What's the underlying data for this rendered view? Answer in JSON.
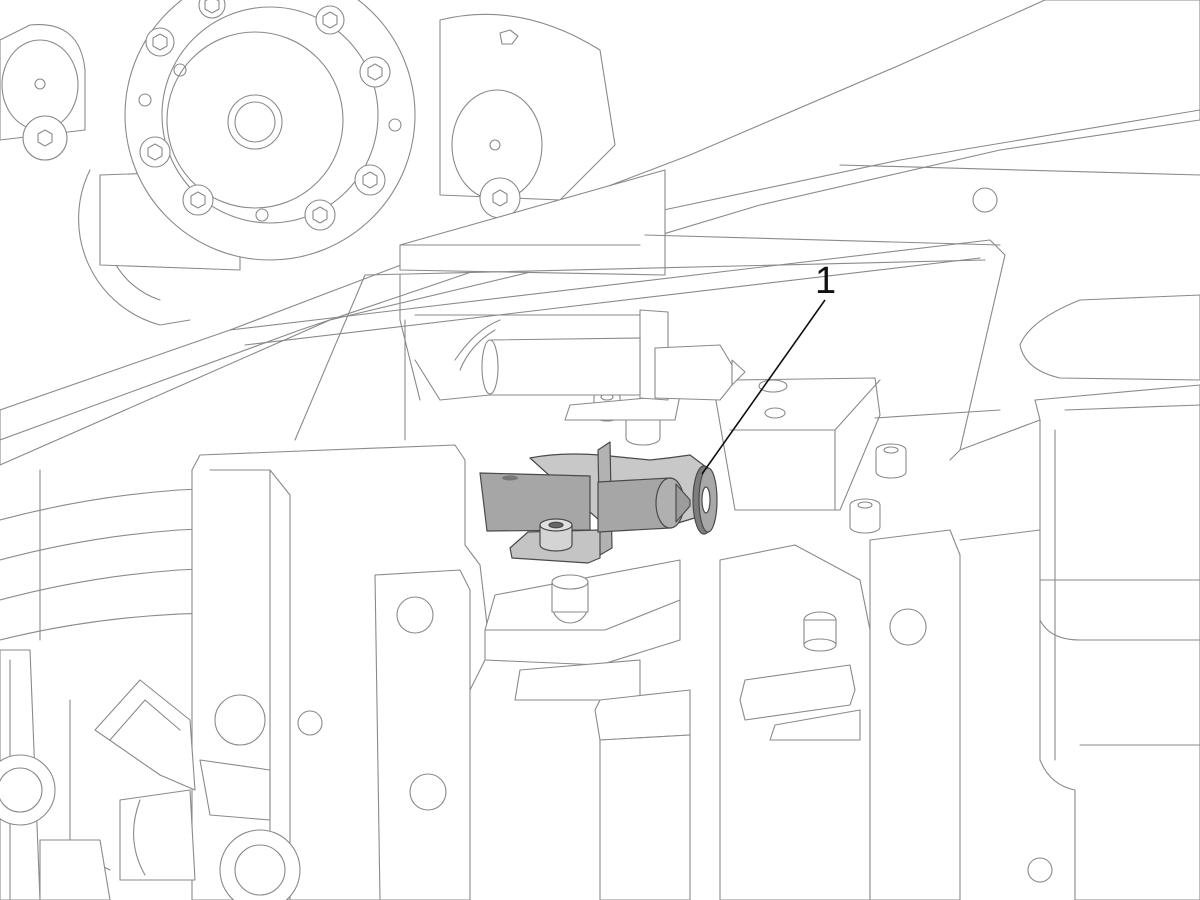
{
  "callouts": [
    {
      "id": "1",
      "label": "1",
      "part": "washer"
    }
  ],
  "colors": {
    "line": "#8a8a8a",
    "highlight_fill": "#a6a6a6",
    "highlight_dark": "#7d7d7d",
    "callout": "#111111"
  }
}
